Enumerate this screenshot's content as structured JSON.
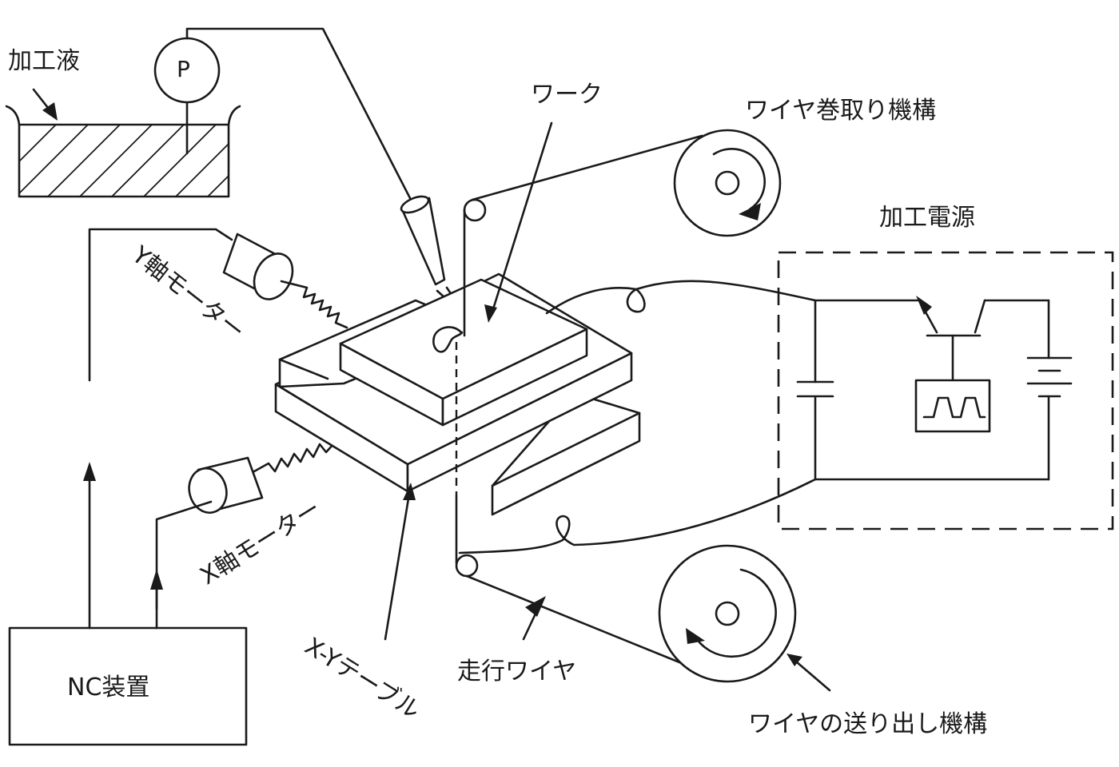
{
  "labels": {
    "fluid": "加工液",
    "pump": "P",
    "work": "ワーク",
    "take_up": "ワイヤ巻取り機構",
    "power_supply": "加工電源",
    "y_motor": "Y軸モーター",
    "x_motor": "X軸モーター",
    "xy_table": "X-Yテーブル",
    "running_wire": "走行ワイヤ",
    "wire_feed": "ワイヤの送り出し機構",
    "nc": "NC装置"
  }
}
